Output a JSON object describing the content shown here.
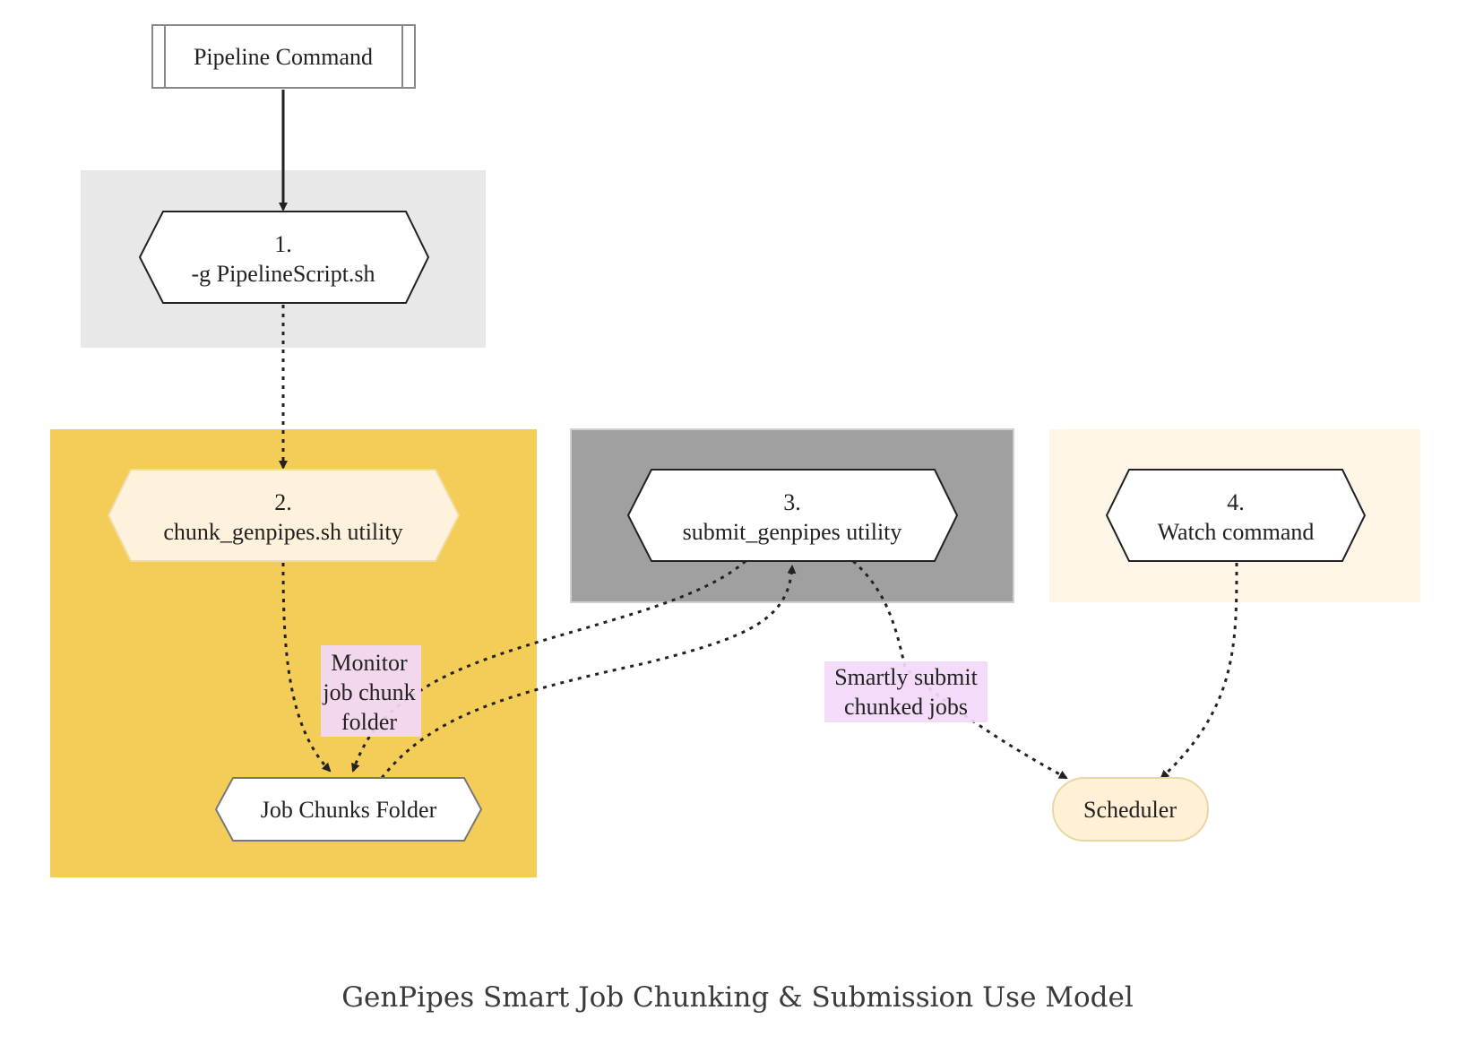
{
  "caption": "GenPipes Smart Job Chunking & Submission Use Model",
  "colors": {
    "group_generate": "#e8e8e8",
    "group_chunk": "#f4cd58",
    "group_submit": "#a0a0a0",
    "group_watch": "#fff6e8",
    "node_fill": "#ffffff",
    "node_chunk_fill": "#fff2dc",
    "scheduler_fill": "#fff0d6",
    "edge_label_bg": "#f2d8f8",
    "edge": "#222222"
  },
  "nodes": {
    "pipeline_command": {
      "label": "Pipeline Command"
    },
    "step1": {
      "line1": "1.",
      "line2": "-g PipelineScript.sh"
    },
    "step2": {
      "line1": "2.",
      "line2": "chunk_genpipes.sh utility"
    },
    "step3": {
      "line1": "3.",
      "line2": "submit_genpipes utility"
    },
    "step4": {
      "line1": "4.",
      "line2": "Watch command"
    },
    "job_chunks_folder": {
      "label": "Job Chunks Folder"
    },
    "scheduler": {
      "label": "Scheduler"
    }
  },
  "edges": {
    "monitor": {
      "line1": "Monitor",
      "line2": "job chunk",
      "line3": "folder"
    },
    "submit": {
      "line1": "Smartly submit",
      "line2": "chunked jobs"
    }
  }
}
